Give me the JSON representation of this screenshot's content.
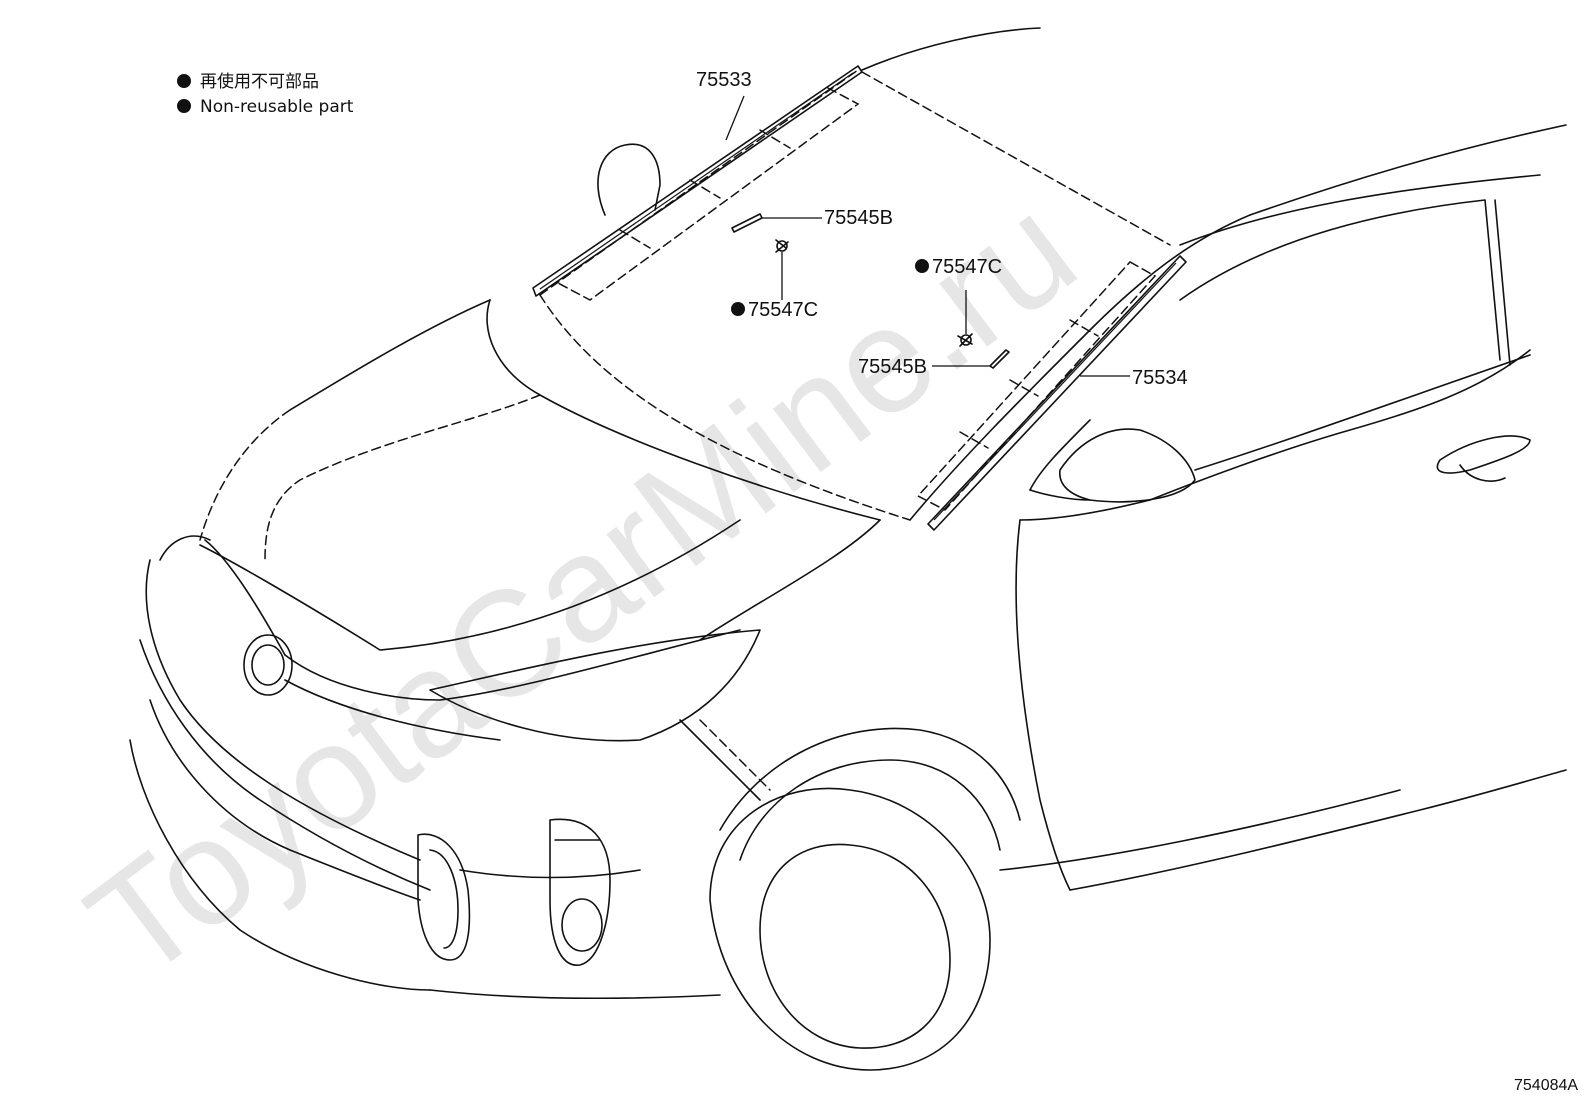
{
  "watermark": "ToyotaCarMine.ru",
  "legend": {
    "line1": "再使用不可部品",
    "line2": "Non-reusable part"
  },
  "parts": {
    "p1": "75533",
    "p2": "75545B",
    "p3": "75547C",
    "p4": "75547C",
    "p5": "75545B",
    "p6": "75534"
  },
  "figure_code": "754084A"
}
